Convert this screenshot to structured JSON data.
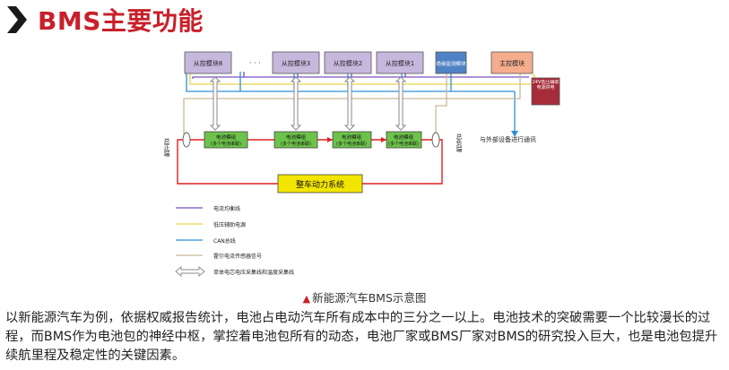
{
  "header": {
    "title": "BMS主要功能",
    "accent": "#c8202b"
  },
  "diagram": {
    "slave_modules": [
      "从控模块8",
      "从控模块3",
      "从控模块2",
      "从控模块1"
    ],
    "ellipsis": "· · ·",
    "insulation_module": "绝缘监测模块",
    "master_module": "主控模块",
    "power_supply": "24V低压辅助电源供电",
    "battery_modules": [
      {
        "title": "电池模组",
        "sub": "(多个电池串联)"
      },
      {
        "title": "电池模组",
        "sub": "(多个电池串联)"
      },
      {
        "title": "电池模组",
        "sub": "(多个电池串联)"
      },
      {
        "title": "电池模组",
        "sub": "(多个电池串联)"
      }
    ],
    "total_positive": "总正端",
    "total_negative": "总负端",
    "external_comm": "与外部设备进行通讯",
    "powertrain": "整车动力系统",
    "legend": [
      {
        "label": "电流均衡线",
        "color": "#7b4fbf"
      },
      {
        "label": "低压辅助电源",
        "color": "#e6d34a"
      },
      {
        "label": "CAN总线",
        "color": "#2f8fd6"
      },
      {
        "label": "霍尔电流传感器信号",
        "color": "#c9b99a"
      },
      {
        "label": "单体电芯电压采集线和温度采集线",
        "color": "#8a8a8a"
      }
    ],
    "colors": {
      "slave": "#c6b8dd",
      "insulation": "#4e82c4",
      "master": "#f5ad8e",
      "power": "#a62c3a",
      "battery": "#6cc24a",
      "powertrain": "#f2e500",
      "wire": "#e02020"
    }
  },
  "caption": {
    "marker": "▲",
    "text": "新能源汽车BMS示意图"
  },
  "paragraph": "以新能源汽车为例，依据权威报告统计，电池占电动汽车所有成本中的三分之一以上。电池技术的突破需要一个比较漫长的过程，而BMS作为电池包的神经中枢，掌控着电池包所有的动态，电池厂家或BMS厂家对BMS的研究投入巨大，也是电池包提升续航里程及稳定性的关键因素。"
}
